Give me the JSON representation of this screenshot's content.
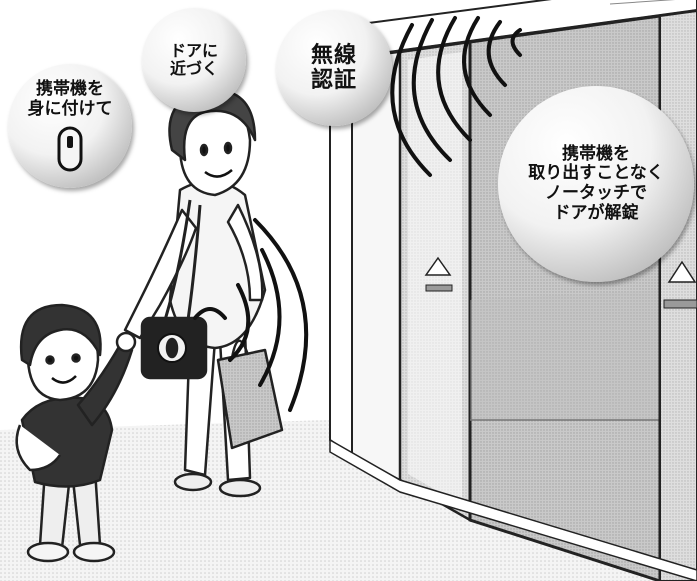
{
  "bubbles": {
    "carry": {
      "lines": [
        "携帯機を",
        "身に付けて"
      ],
      "icon": "key-fob-icon"
    },
    "approach": {
      "lines": [
        "ドアに",
        "近づく"
      ]
    },
    "wireless": {
      "lines": [
        "無線",
        "認証"
      ]
    },
    "unlock": {
      "lines": [
        "携帯機を",
        "取り出すことなく",
        "ノータッチで",
        "ドアが解錠"
      ]
    }
  },
  "colors": {
    "background": "#ffffff",
    "ink": "#111111",
    "door_gray": "#c8c8c8",
    "wall_gray": "#dcdcdc"
  }
}
